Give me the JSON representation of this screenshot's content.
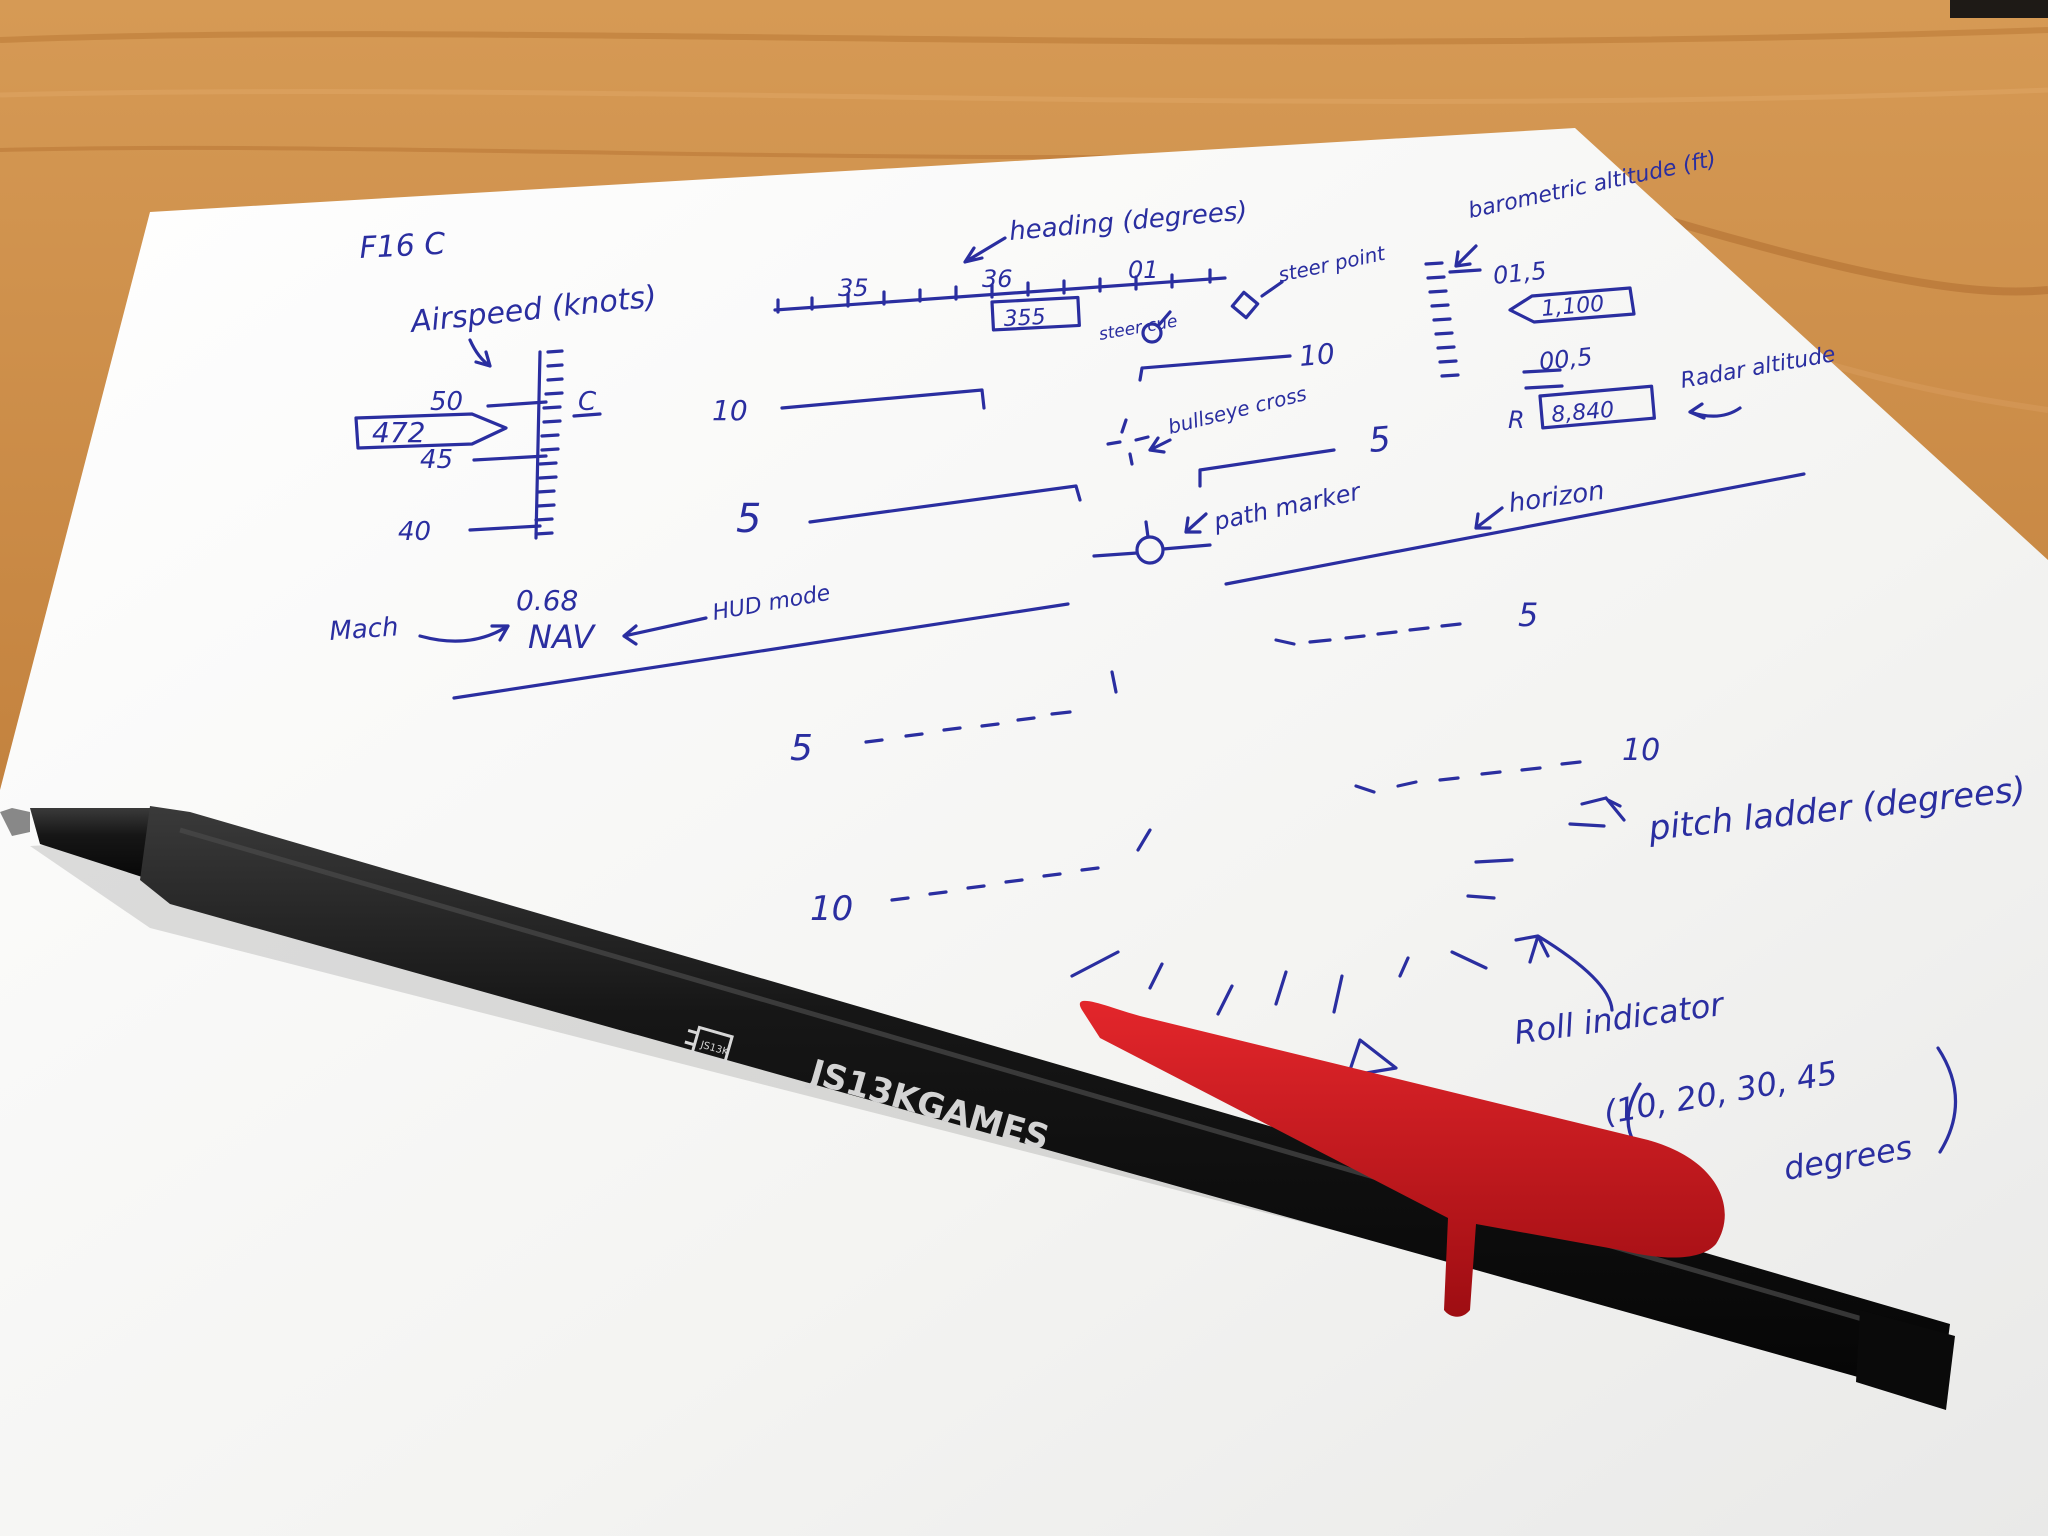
{
  "sketch": {
    "title": "F16 C",
    "heading": {
      "label": "heading (degrees)",
      "ticks": [
        "35",
        "36",
        "01"
      ],
      "value": "355"
    },
    "steer_point": "steer point",
    "steer_cue": "steer cue",
    "airspeed": {
      "label": "Airspeed (knots)",
      "ticks": [
        "50",
        "45",
        "40"
      ],
      "value": "472",
      "mode_letter": "C"
    },
    "altitude": {
      "label": "barometric altitude (ft)",
      "ticks": [
        "01,5",
        "00,5"
      ],
      "value": "1,100",
      "radar_prefix": "R",
      "radar_value": "8,840",
      "radar_label": "Radar altitude"
    },
    "bullseye_cross": "bullseye cross",
    "path_marker": "path marker",
    "horizon": "horizon",
    "mach_label": "Mach",
    "mach_value": "0.68",
    "hud_mode_value": "NAV",
    "hud_mode_label": "HUD mode",
    "pitch_ladder": {
      "label": "pitch ladder (degrees)",
      "upper_left": [
        "10",
        "5"
      ],
      "upper_right": [
        "10",
        "5"
      ],
      "lower_left": [
        "5",
        "10"
      ],
      "lower_right": [
        "5",
        "10"
      ]
    },
    "roll_indicator": {
      "label": "Roll indicator",
      "angles": "(10, 20, 30, 45",
      "unit": "degrees"
    }
  },
  "pen": {
    "brand": "JS13KGAMES",
    "logo_text": "JS13K",
    "body_color": "#151515",
    "clip_color": "#c8141a"
  },
  "colors": {
    "desk": "#c98a45",
    "paper": "#f6f6f4",
    "ink": "#2a2ea0"
  }
}
